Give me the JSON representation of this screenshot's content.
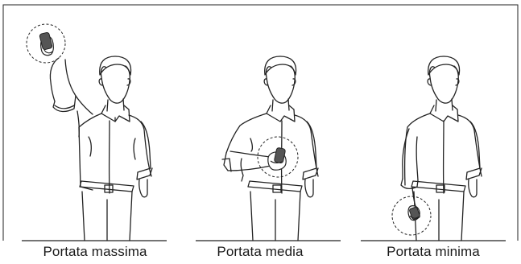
{
  "panels": [
    {
      "caption": "Portata massima"
    },
    {
      "caption": "Portata media"
    },
    {
      "caption": "Portata minima"
    }
  ]
}
